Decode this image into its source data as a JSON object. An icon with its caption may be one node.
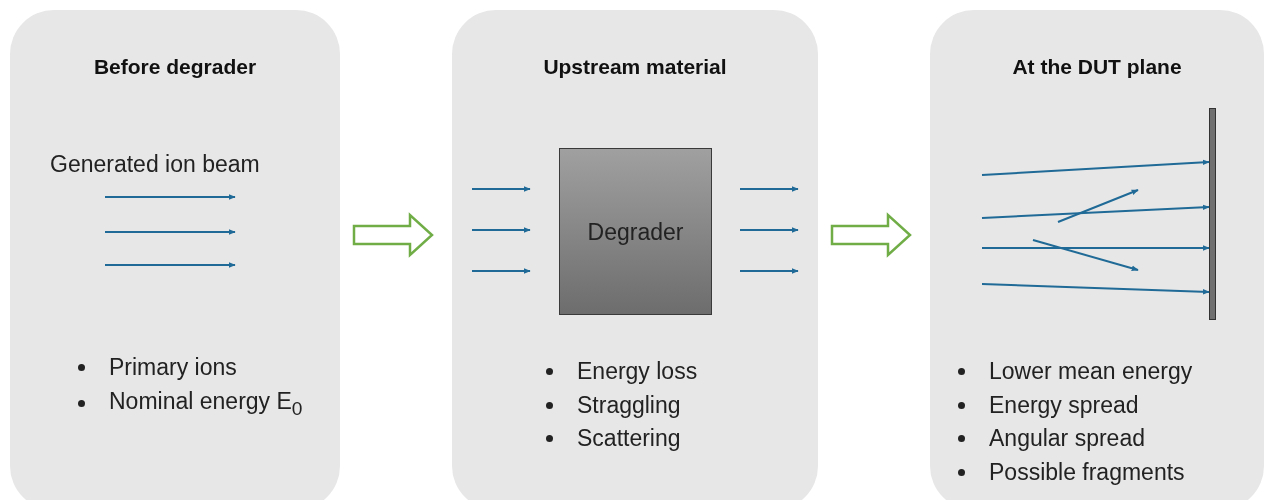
{
  "diagram": {
    "nodes": [
      {
        "text": [
          "Before degrader",
          "Generated ion beam",
          "Primary ions",
          "Nominal energy E$_{0}$"
        ]
      },
      {
        "text": [
          "Upstream material",
          "Energy loss",
          "Straggling",
          "Scattering"
        ]
      },
      {
        "text": [
          "Degrader"
        ],
        "in": 1
      },
      {
        "text": [
          "At the DUT plane",
          "Lower mean energy",
          "Energy spread",
          "Angular spread",
          "Possible fragments"
        ]
      },
      {
        "text": [],
        "shape": "bar",
        "in": 3
      }
    ],
    "edges": [
      {
        "from": 0,
        "to": 1,
        "arrow": "to"
      },
      {
        "from": 1,
        "to": 3,
        "arrow": "to"
      },
      {
        "from": null,
        "to": 4,
        "arrow": "to"
      },
      {
        "from": null,
        "to": 4,
        "arrow": "to"
      },
      {
        "from": null,
        "to": 4,
        "arrow": "to"
      },
      {
        "from": null,
        "to": 4,
        "arrow": "to"
      }
    ]
  }
}
